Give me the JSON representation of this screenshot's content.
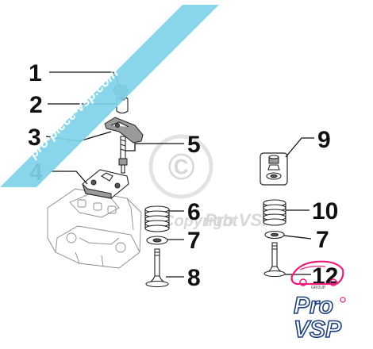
{
  "callouts": [
    {
      "id": "1",
      "label": "1"
    },
    {
      "id": "2",
      "label": "2"
    },
    {
      "id": "3",
      "label": "3"
    },
    {
      "id": "4",
      "label": "4"
    },
    {
      "id": "5",
      "label": "5"
    },
    {
      "id": "6",
      "label": "6"
    },
    {
      "id": "7a",
      "label": "7"
    },
    {
      "id": "8",
      "label": "8"
    },
    {
      "id": "9",
      "label": "9"
    },
    {
      "id": "10",
      "label": "10"
    },
    {
      "id": "7b",
      "label": "7"
    },
    {
      "id": "12",
      "label": "12"
    }
  ],
  "watermark": {
    "banner_text": "pro-piece-vsp.com",
    "copyright_symbol": "©",
    "copyright_text": "Copyright",
    "brand_text": "Pro VSP"
  },
  "logo": {
    "line1": "Pro",
    "line2": "VSP",
    "tagline": "GROUP",
    "accent_color": "#e91e7a",
    "primary_color": "#1d3f7a"
  },
  "colors": {
    "banner": "#7fd3e8",
    "background": "#ffffff",
    "ink": "#111111"
  }
}
